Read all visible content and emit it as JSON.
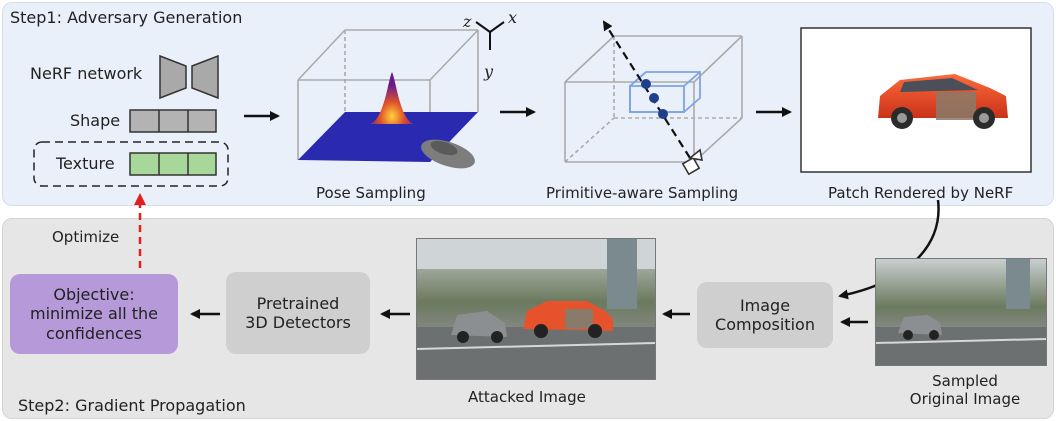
{
  "step1": {
    "title": "Step1: Adversary Generation",
    "nerf_label": "NeRF network",
    "shape_label": "Shape",
    "texture_label": "Texture",
    "axes": {
      "z": "z",
      "x": "x",
      "y": "y"
    },
    "pose_caption": "Pose Sampling",
    "primitive_caption": "Primitive-aware Sampling",
    "patch_caption": "Patch Rendered by NeRF"
  },
  "step2": {
    "title": "Step2: Gradient Propagation",
    "optimize_label": "Optimize",
    "objective_lines": [
      "Objective:",
      "minimize all the",
      "confidences"
    ],
    "pretrained_lines": [
      "Pretrained",
      "3D Detectors"
    ],
    "composition_lines": [
      "Image",
      "Composition"
    ],
    "attacked_caption": "Attacked Image",
    "sampled_lines": [
      "Sampled",
      "Original Image"
    ]
  },
  "colors": {
    "step1_bg": "#eaf0fa",
    "step2_bg": "#e6e6e6",
    "objective_bg": "#b699d8",
    "module_bg": "#cfcfcf",
    "texture_fill": "#a8d79a",
    "shape_fill": "#b3b3b3",
    "optimize_arrow": "#e02020",
    "plane_fill": "#2a2ab0"
  },
  "icons": [
    "nerf-network-icon",
    "pose-sampling-box",
    "primitive-sampling-box",
    "camera-icon",
    "car-icon"
  ]
}
